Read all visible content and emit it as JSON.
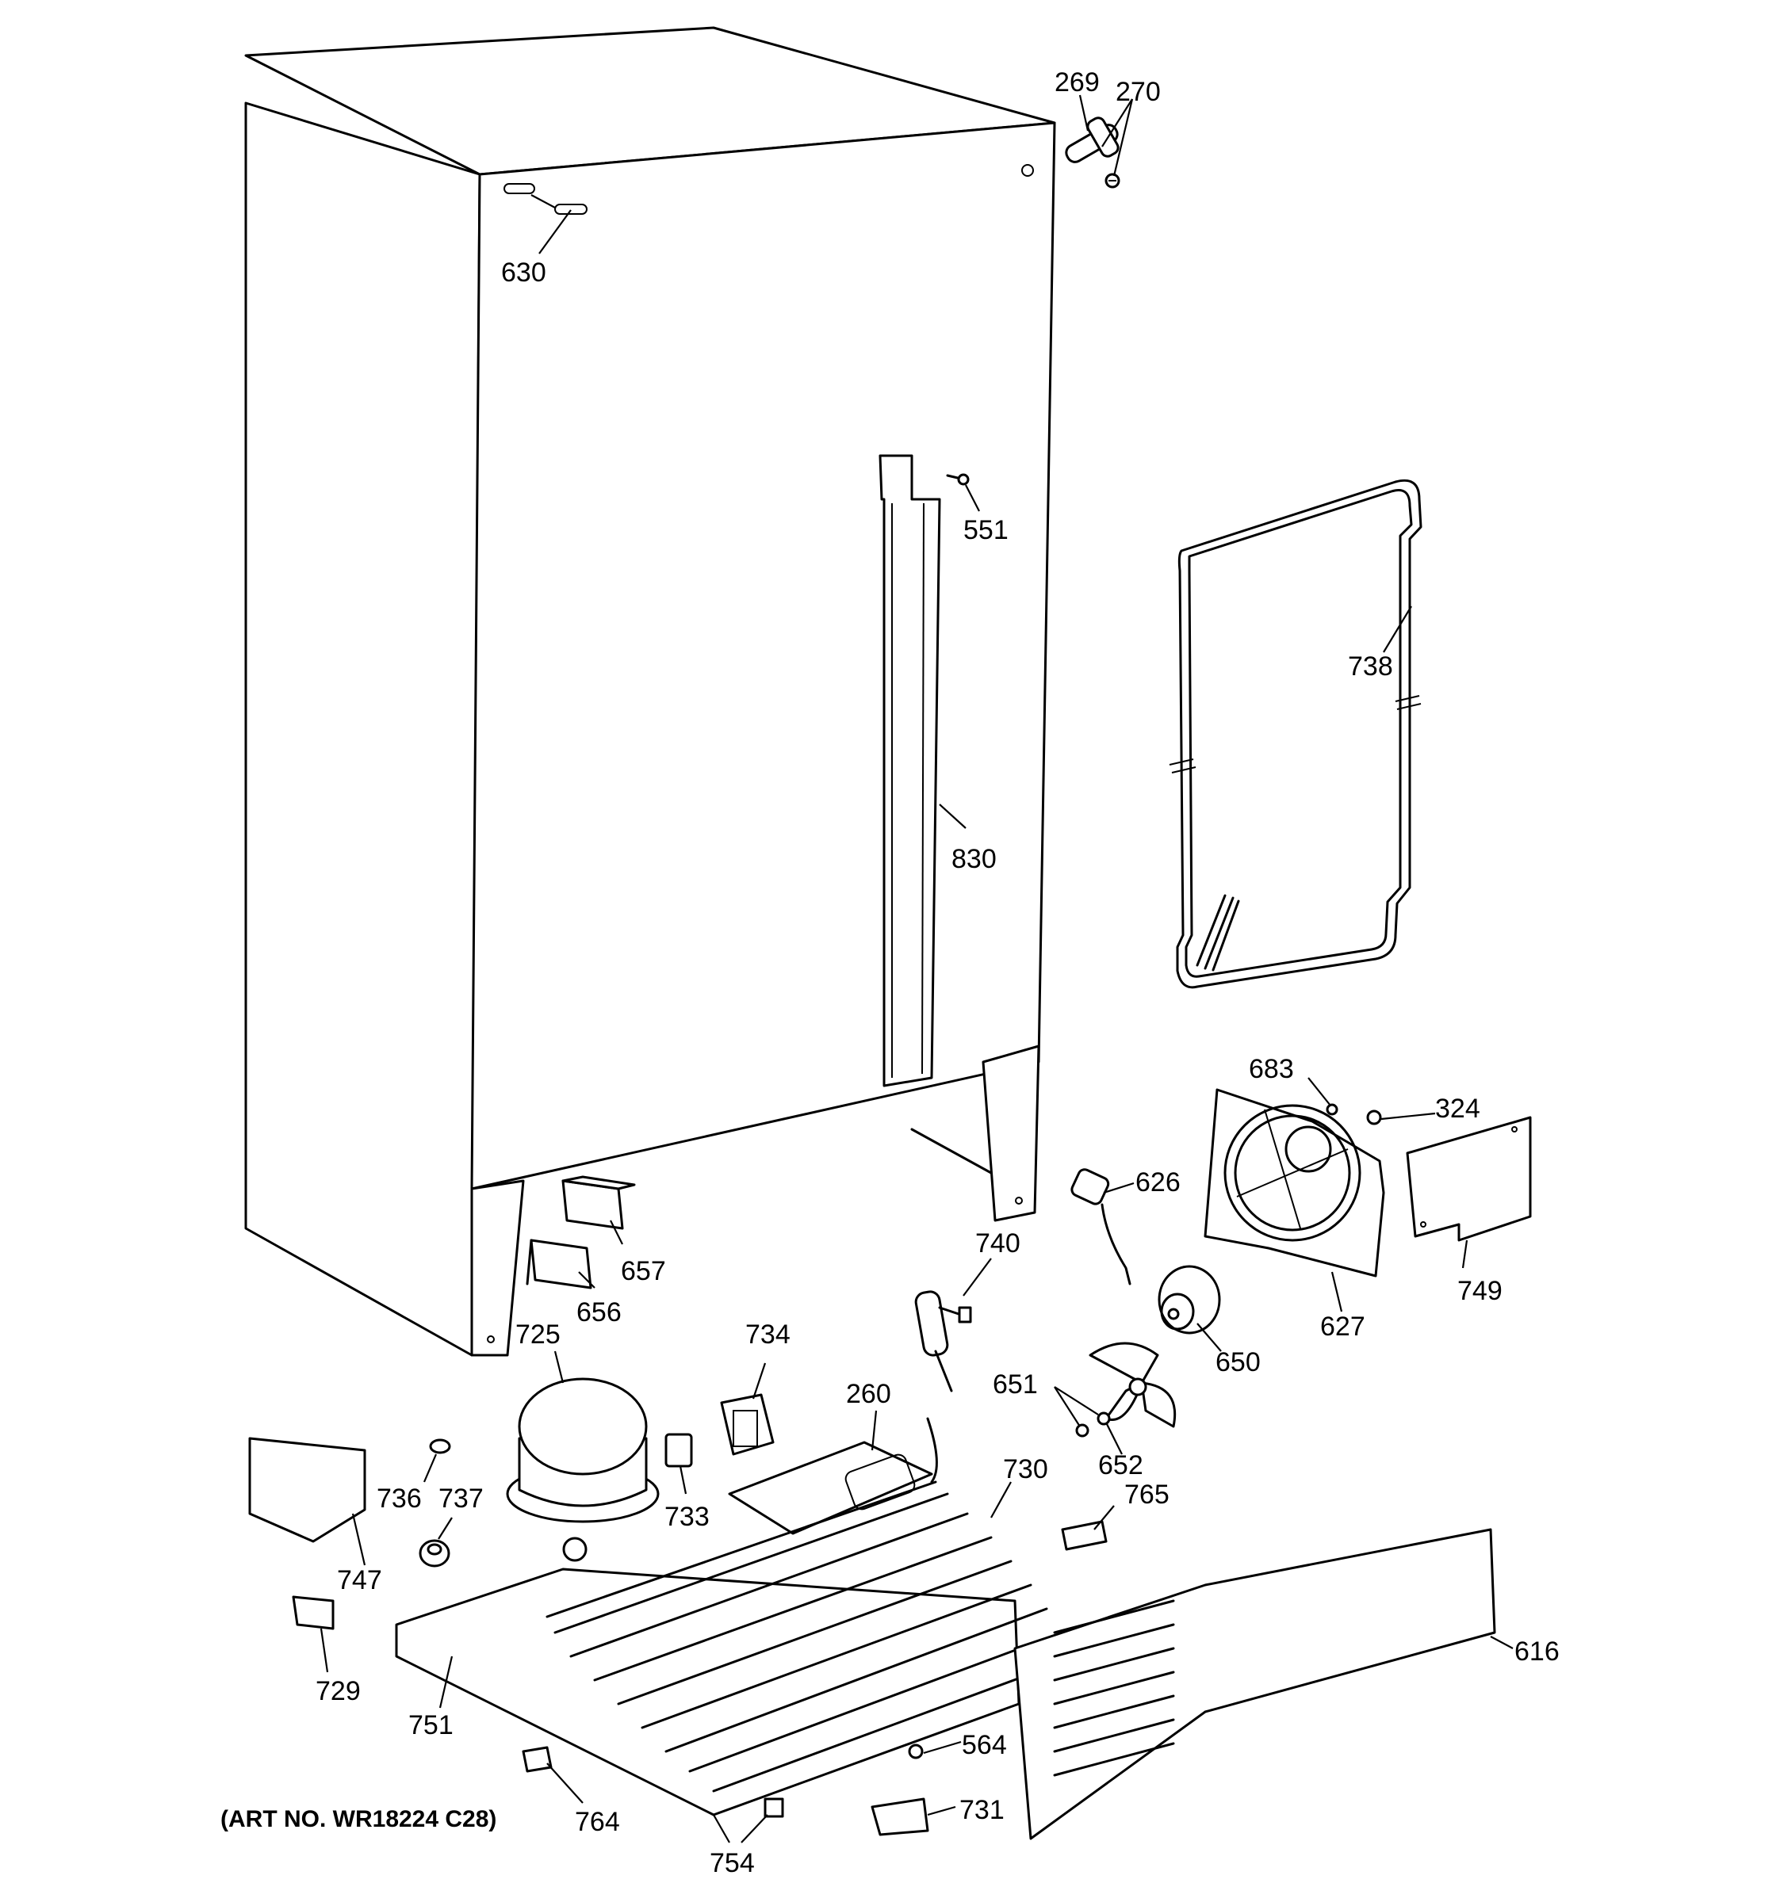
{
  "callouts": {
    "c269": "269",
    "c270": "270",
    "c630": "630",
    "c551": "551",
    "c738": "738",
    "c830": "830",
    "c683": "683",
    "c324": "324",
    "c626": "626",
    "c657": "657",
    "c656": "656",
    "c740": "740",
    "c627": "627",
    "c749": "749",
    "c725": "725",
    "c734": "734",
    "c650": "650",
    "c651": "651",
    "c260": "260",
    "c652": "652",
    "c736": "736",
    "c737": "737",
    "c733": "733",
    "c730": "730",
    "c765": "765",
    "c747": "747",
    "c616": "616",
    "c729": "729",
    "c751": "751",
    "c564": "564",
    "c764": "764",
    "c731": "731",
    "c754": "754"
  },
  "art_number": "(ART NO. WR18224 C28)"
}
